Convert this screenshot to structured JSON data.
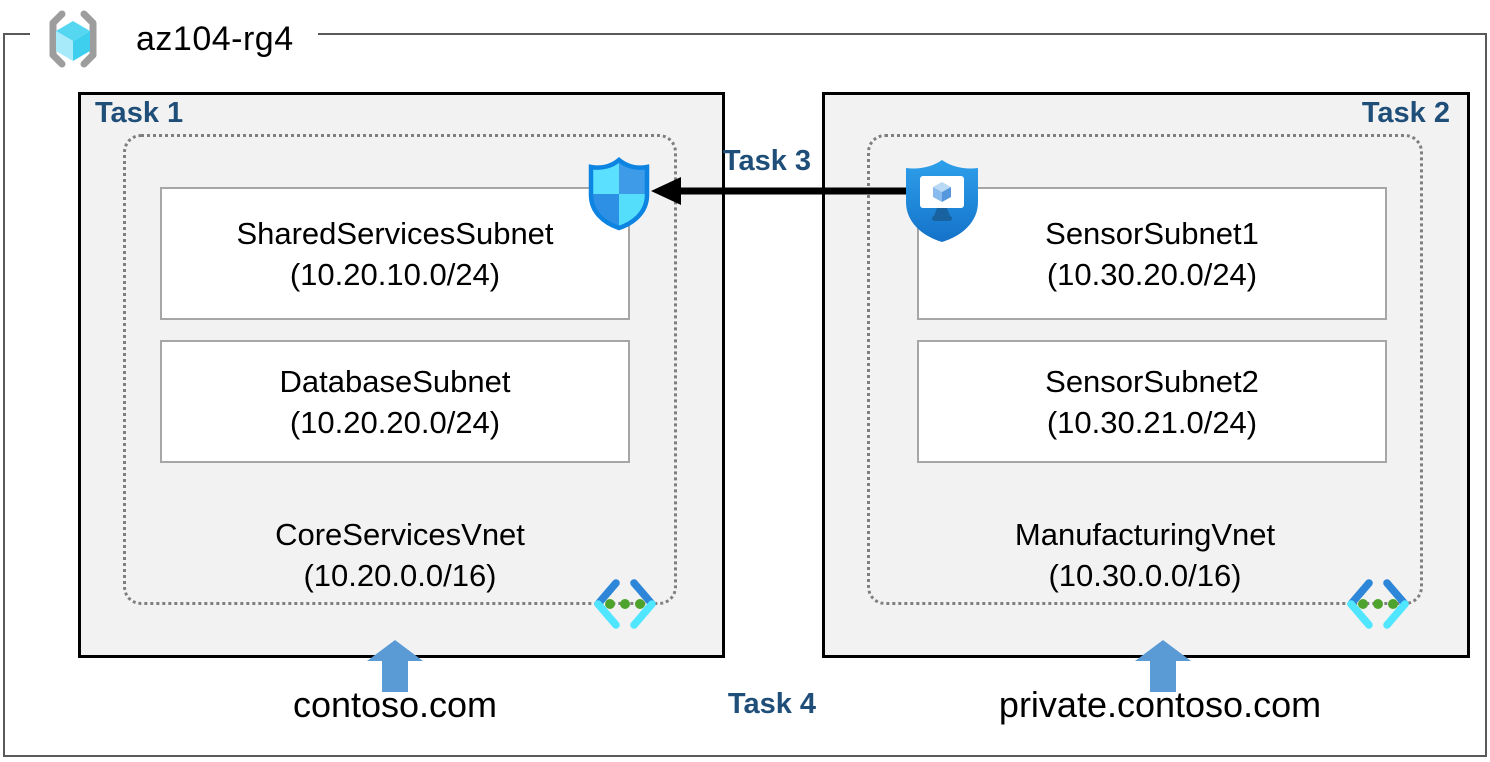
{
  "title": {
    "resource_group": "az104-rg4"
  },
  "task_labels": {
    "task1": "Task 1",
    "task2": "Task 2",
    "task3": "Task 3",
    "task4": "Task 4"
  },
  "vnet1": {
    "name": "CoreServicesVnet",
    "cidr": "(10.20.0.0/16)",
    "dns_label": "contoso.com",
    "subnets": [
      {
        "name": "SharedServicesSubnet",
        "cidr": "(10.20.10.0/24)"
      },
      {
        "name": "DatabaseSubnet",
        "cidr": "(10.20.20.0/24)"
      }
    ]
  },
  "vnet2": {
    "name": "ManufacturingVnet",
    "cidr": "(10.30.0.0/16)",
    "dns_label": "private.contoso.com",
    "subnets": [
      {
        "name": "SensorSubnet1",
        "cidr": "(10.30.20.0/24)"
      },
      {
        "name": "SensorSubnet2",
        "cidr": "(10.30.21.0/24)"
      }
    ]
  },
  "icons": {
    "resource_group": "resource-group-brackets-cube",
    "nsg": "network-security-group-shield",
    "bastion": "bastion-shield-monitor",
    "vnet": "virtual-network-chevrons",
    "up_arrow": "blue-up-arrow",
    "peering_arrow": "black-left-arrow"
  },
  "colors": {
    "task_label": "#1f4e79",
    "arrow_blue": "#5b9bd5",
    "box_fill": "#f2f2f2",
    "box_border": "#000000",
    "frame_border": "#595959",
    "subnet_border": "#a6a6a6",
    "dotted_border": "#7f7f7f"
  }
}
